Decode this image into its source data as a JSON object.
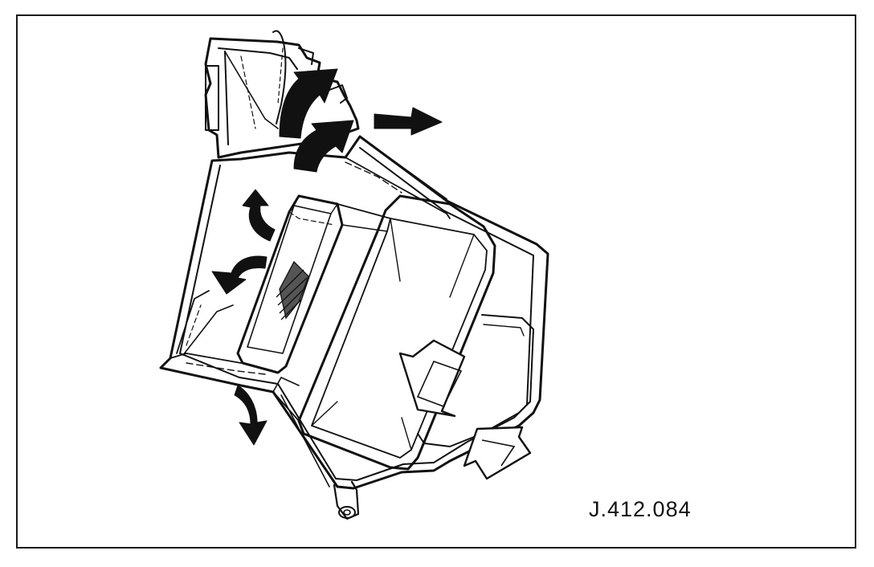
{
  "figure": {
    "reference_code": "J.412.084",
    "subject": "heater-blower-unit-airflow",
    "ink_color": "#111111",
    "paper_color": "#ffffff",
    "arrows": {
      "solid": [
        "airflow-up-left-1",
        "airflow-up-left-2",
        "airflow-right",
        "airflow-curl-top",
        "airflow-curl-mid",
        "airflow-down"
      ],
      "hollow": [
        "airflow-inlet-centre",
        "airflow-inlet-bottom"
      ]
    }
  }
}
